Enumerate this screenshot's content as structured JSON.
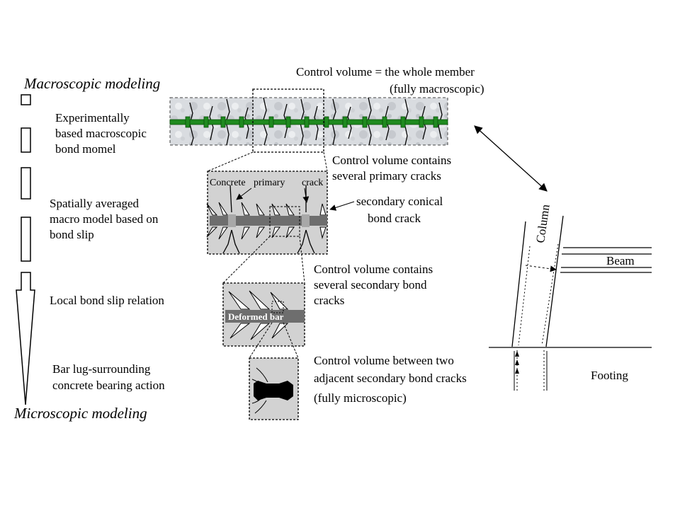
{
  "scale_labels": {
    "macroscopic": "Macroscopic modeling",
    "microscopic": "Microscopic modeling"
  },
  "levels": [
    {
      "line1": "Experimentally",
      "line2": "based macroscopic",
      "line3": "bond momel"
    },
    {
      "line1": "Spatially averaged",
      "line2": "macro model based on",
      "line3": "bond slip"
    },
    {
      "line1": "Local bond slip relation"
    },
    {
      "line1": "Bar lug-surrounding",
      "line2": "concrete bearing action"
    }
  ],
  "control_volumes": [
    {
      "line1": "Control volume = the whole member",
      "line2": "(fully macroscopic)"
    },
    {
      "line1": "Control volume contains",
      "line2": "several primary cracks"
    },
    {
      "line1": "Control volume contains",
      "line2": "several secondary bond",
      "line3": "cracks"
    },
    {
      "line1": "Control volume between two",
      "line2": "adjacent secondary bond cracks",
      "line3": "(fully microscopic)"
    }
  ],
  "annotations": {
    "concrete": "Concrete",
    "primary": "primary",
    "crack": "crack",
    "secondary_line1": "secondary conical",
    "secondary_line2": "bond crack",
    "deformed_bar": "Deformed bar"
  },
  "structure": {
    "column": "Column",
    "beam": "Beam",
    "footing": "Footing"
  },
  "colors": {
    "rebar": "#1f8a1f",
    "panel_gray": "#d2d2d2",
    "bar_gray": "#6e6e6e",
    "light_bar": "#a8a8a8"
  }
}
